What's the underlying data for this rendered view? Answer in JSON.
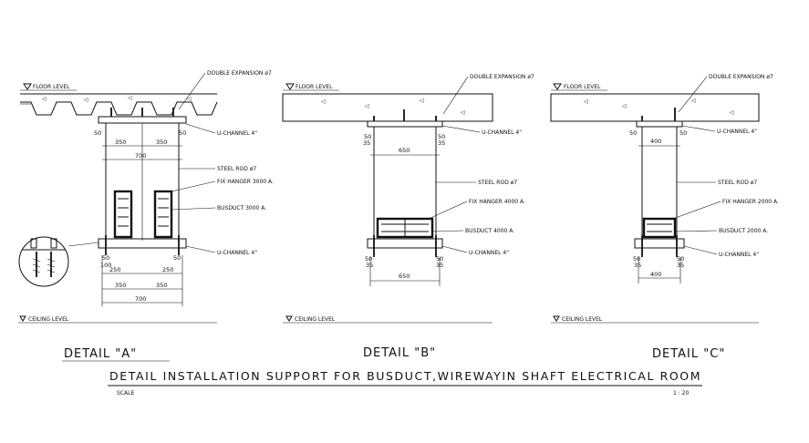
{
  "labels": {
    "floor_level": "FLOOR LEVEL",
    "ceiling_level": "CEILING LEVEL",
    "double_expansion": "DOUBLE EXPANSION ø7",
    "u_channel": "U-CHANNEL 4\"",
    "steel_rod": "STEEL ROD ø7"
  },
  "detail_a": {
    "title": "DETAIL \"A\"",
    "fix_hanger": "FIX HANGER 3000 A.",
    "busduct": "BUSDUCT 3000 A.",
    "dims": {
      "top_left": "350",
      "top_right": "350",
      "top_total": "700",
      "bot_left": "250",
      "bot_right": "250",
      "bot_mid_left": "350",
      "bot_mid_right": "350",
      "bot_total": "700",
      "edge_50": "50",
      "edge_100": "100"
    }
  },
  "detail_b": {
    "title": "DETAIL \"B\"",
    "fix_hanger": "FIX HANGER 4000 A.",
    "busduct": "BUSDUCT 4000 A.",
    "dims": {
      "top": "650",
      "bot": "650",
      "edge_50": "50",
      "edge_35": "35"
    }
  },
  "detail_c": {
    "title": "DETAIL \"C\"",
    "fix_hanger": "FIX HANGER 2000 A.",
    "busduct": "BUSDUCT 2000 A.",
    "dims": {
      "top": "400",
      "bot": "400",
      "edge_50": "50",
      "edge_35": "35"
    }
  },
  "main_title": "DETAIL INSTALLATION SUPPORT FOR BUSDUCT,WIREWAYIN SHAFT ELECTRICAL ROOM",
  "scale_label": "SCALE",
  "scale_value": "1 : 20"
}
